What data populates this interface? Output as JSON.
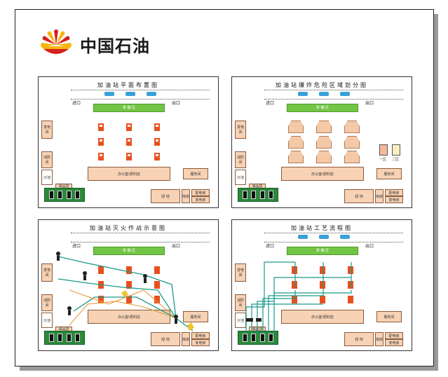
{
  "brand": {
    "name": "中国石油",
    "logo_icon": "cnpc-sunflower-logo",
    "colors": {
      "red": "#d6201e",
      "yellow": "#f6b40d"
    }
  },
  "panels": [
    {
      "title": "加油站平面布置图"
    },
    {
      "title": "加油站爆炸危险区域划分图"
    },
    {
      "title": "加油站灭火作战示意图"
    },
    {
      "title": "加油站工艺流程图"
    }
  ],
  "labels": {
    "entrance": "进口",
    "exit": "出口",
    "canopy": "罩 棚 区",
    "office": "办公室\\便利店",
    "service": "服务间",
    "generator": "发电间",
    "fire_room": "消防间",
    "sand": "沙池",
    "oil_shop": "油品店",
    "greenbelt": "绿 地",
    "warehouse": "库房",
    "sales1": "配电房",
    "sales2": "变电房"
  },
  "legend": {
    "zone1": "一区",
    "zone2": "二区"
  },
  "colors": {
    "pump": "#e8501e",
    "canopy": "#73c545",
    "tank_bed": "#2a8a3a",
    "route_teal": "#1a9a8a",
    "route_orange": "#e89a3a"
  }
}
